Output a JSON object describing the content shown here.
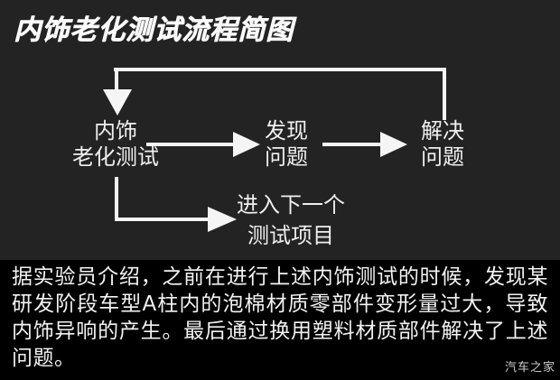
{
  "title": "内饰老化测试流程简图",
  "flowchart": {
    "node_interior_test": {
      "line1": "内饰",
      "line2": "老化测试"
    },
    "node_find_problem": {
      "line1": "发现",
      "line2": "问题"
    },
    "node_solve_problem": {
      "line1": "解决",
      "line2": "问题"
    },
    "node_next_test": {
      "line1": "进入下一个",
      "line2": "测试项目"
    },
    "connections": [
      {
        "from": "node_interior_test",
        "to": "node_find_problem",
        "type": "arrow-right"
      },
      {
        "from": "node_find_problem",
        "to": "node_solve_problem",
        "type": "arrow-right"
      },
      {
        "from": "node_solve_problem",
        "to": "node_interior_test",
        "type": "feedback-loop-arrow-down"
      },
      {
        "from": "node_interior_test",
        "to": "node_next_test",
        "type": "down-then-right-arrow"
      }
    ]
  },
  "description": "据实验员介绍，之前在进行上述内饰测试的时候，发现某研发阶段车型A柱内的泡棉材质零部件变形量过大，导致内饰异响的产生。最后通过换用塑料材质部件解决了上述问题。",
  "watermark": "汽车之家",
  "colors": {
    "background": "#232323",
    "panel_background": "#000000",
    "text": "#f2f2f2",
    "line": "#f5f5f5",
    "watermark": "#cccccc"
  }
}
